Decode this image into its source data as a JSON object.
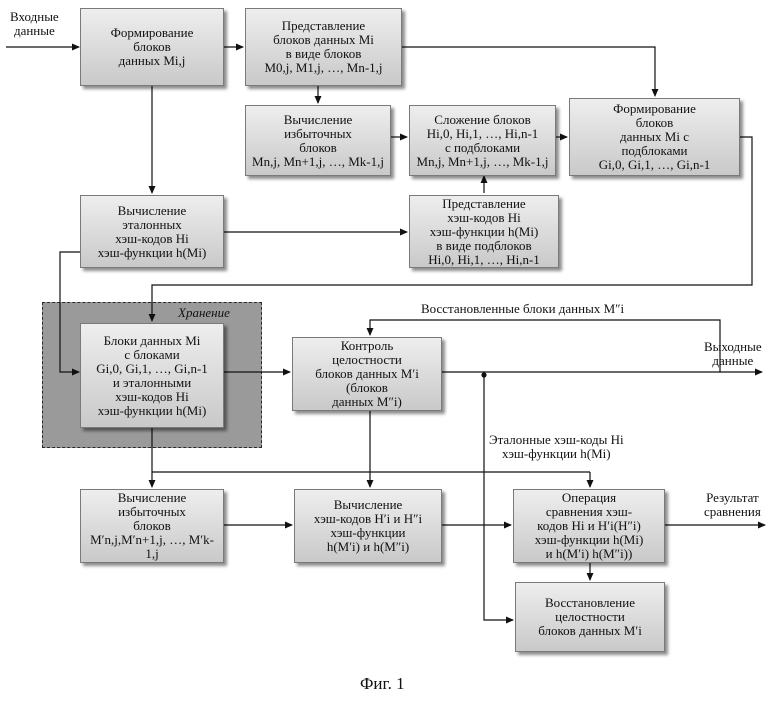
{
  "blocks": {
    "form_blocks": "Формирование\nблоков\nданных Mi,j",
    "represent_blocks": "Представление\nблоков данных Mi\nв виде блоков\nM0,j, M1,j, …, Mn-1,j",
    "calc_redundant_top": "Вычисление\nизбыточных\nблоков\nMn,j, Mn+1,j, …, Mk-1,j",
    "add_blocks": "Сложение блоков\nHi,0, Hi,1, …, Hi,n-1\nс подблоками\nMn,j, Mn+1,j, …, Mk-1,j",
    "form_data_blocks": "Формирование\nблоков\nданных Mi с\nподблоками\nGi,0, Gi,1, …, Gi,n-1",
    "calc_reference": "Вычисление\nэталонных\nхэш-кодов Hi\nхэш-функции h(Mi)",
    "represent_hash": "Представление\nхэш-кодов Hi\nхэш-функции h(Mi)\nв виде подблоков\nHi,0, Hi,1, …, Hi,n-1",
    "stored_blocks": "Блоки данных Mi\nс блоками\nGi,0, Gi,1, …, Gi,n-1\nи эталонными\nхэш-кодов Hi\nхэш-функции h(Mi)",
    "integrity_control": "Контроль\nцелостности\nблоков данных M′i\n(блоков\nданных M″i)",
    "calc_redundant_bottom": "Вычисление\nизбыточных\nблоков\nM′n,j,M′n+1,j, …, M′k-1,j",
    "calc_hash": "Вычисление\nхэш-кодов H′i и H″i\nхэш-функции\nh(M′i) и h(M″i)",
    "compare_hash": "Операция\nсравнения хэш-\nкодов Hi и H′i(H″i)\nхэш-функции h(Mi)\nи h(M′i) h(M″i))",
    "restore_integrity": "Восстановление\nцелостности\nблоков данных M′i"
  },
  "labels": {
    "input_data": "Входные\nданные",
    "output_data": "Выходные\nданные",
    "comparison_result": "Результат\nсравнения",
    "restored_blocks": "Восстановленные блоки данных M″i",
    "reference_hashes": "Эталонные хэш-коды Hi\nхэш-функции h(Mi)",
    "storage": "Хранение"
  },
  "caption": "Фиг. 1"
}
